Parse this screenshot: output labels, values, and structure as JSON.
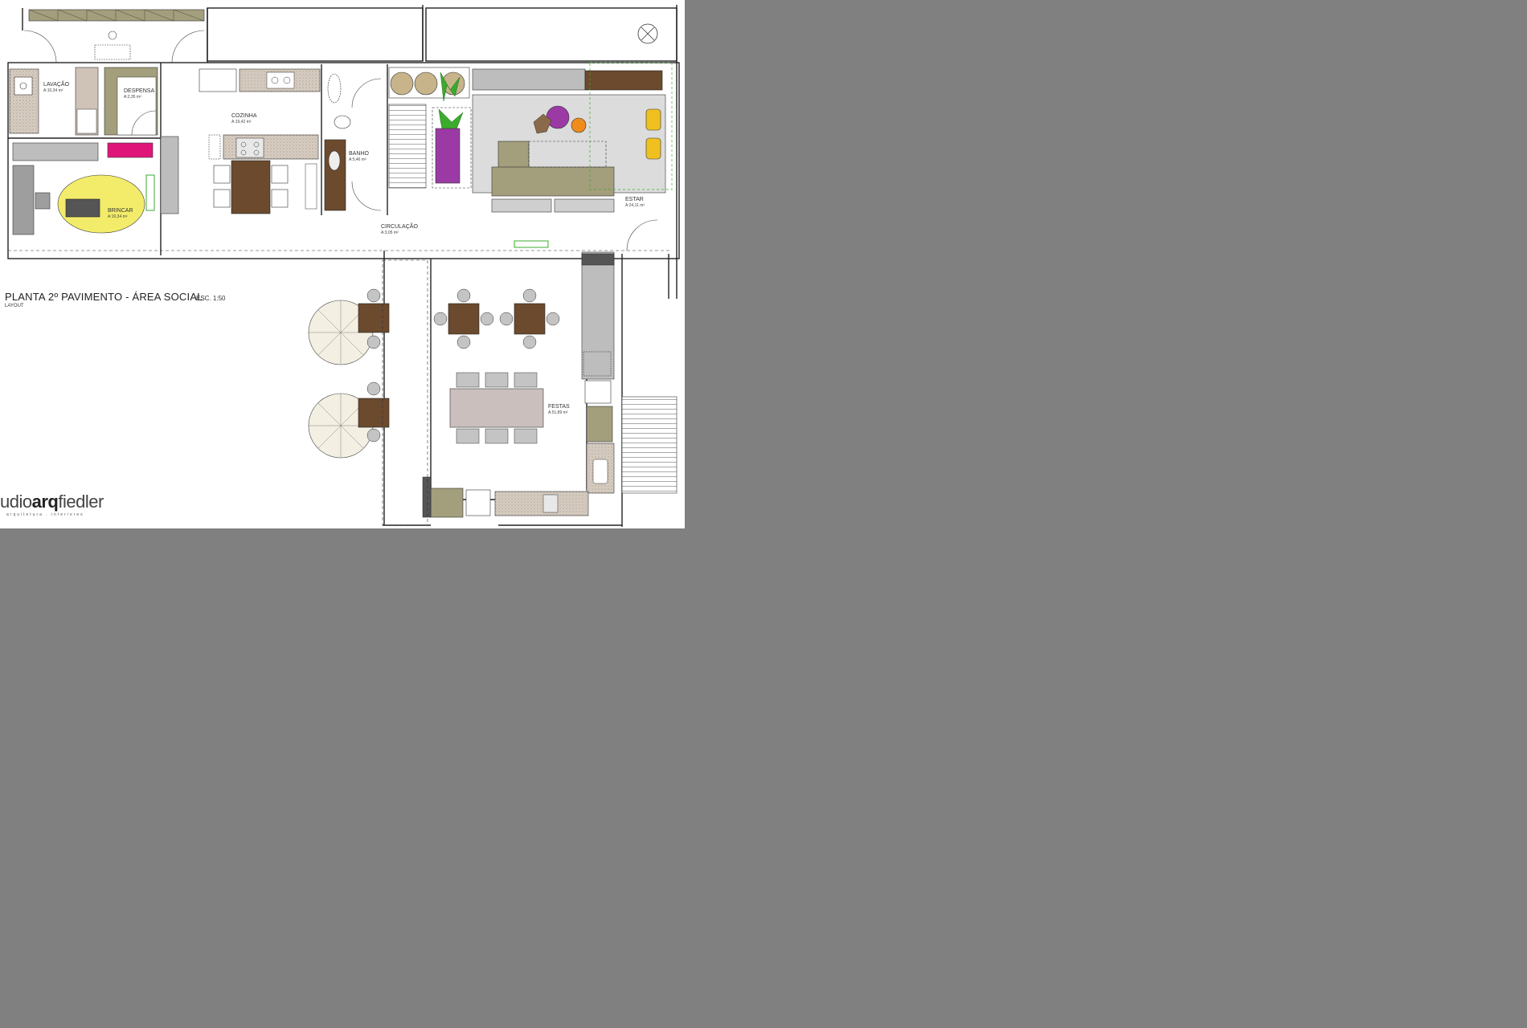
{
  "sheet": {
    "title": "PLANTA 2º PAVIMENTO - ÁREA SOCIAL",
    "scale": "ESC. 1:50",
    "subtitle": "LAYOUT",
    "logo_light": "udio",
    "logo_bold": "arq",
    "logo_rest": "fiedler",
    "logo_tagline": "arquitetura . interiores"
  },
  "rooms": {
    "lavacao": {
      "name": "LAVAÇÃO",
      "area": "A:10,34 m²"
    },
    "despensa": {
      "name": "DESPENSA",
      "area": "A:2,35 m²"
    },
    "cozinha": {
      "name": "COZINHA",
      "area": "A:19,42 m²"
    },
    "banho": {
      "name": "BANHO",
      "area": "A:5,46 m²"
    },
    "brincar": {
      "name": "BRINCAR",
      "area": "A:10,34 m²"
    },
    "circulacao": {
      "name": "CIRCULAÇÃO",
      "area": "A:3,05 m²"
    },
    "estar": {
      "name": "ESTAR",
      "area": "A:24,11 m²"
    },
    "festas": {
      "name": "FESTAS",
      "area": "A:51,89 m²"
    }
  },
  "colors": {
    "wood": "#6b4a2e",
    "wood_light": "#8a6a4a",
    "gray": "#b9b9b9",
    "light_gray": "#dcdcdc",
    "khaki": "#a39e7c",
    "purple": "#9b3aa5",
    "magenta": "#e0157a",
    "yellow": "#f3ec6a",
    "orange": "#f08c1c",
    "green": "#3bab2e",
    "granite": "#cfc3b8"
  }
}
